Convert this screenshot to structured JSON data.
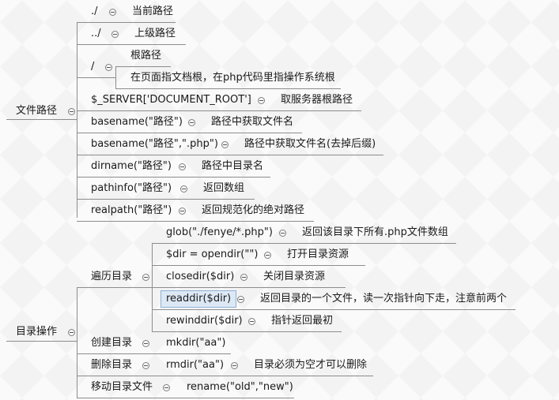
{
  "tree": {
    "wenjian": {
      "label": "文件路径",
      "children": [
        {
          "key": "./",
          "desc": "当前路径"
        },
        {
          "key": "../",
          "desc": "上级路径"
        },
        {
          "key": "/",
          "desc": "根路径",
          "sub": "在页面指文档根，在php代码里指操作系统根"
        },
        {
          "key": "$_SERVER['DOCUMENT_ROOT']",
          "desc": "取服务器根路径"
        },
        {
          "key": "basename(\"路径\")",
          "desc": "路径中获取文件名"
        },
        {
          "key": "basename(\"路径\",\".php\")",
          "desc": "路径中获取文件名(去掉后缀)"
        },
        {
          "key": "dirname(\"路径\")",
          "desc": "路径中目录名"
        },
        {
          "key": "pathinfo(\"路径\")",
          "desc": "返回数组"
        },
        {
          "key": "realpath(\"路径\")",
          "desc": "返回规范化的绝对路径"
        }
      ]
    },
    "mulu": {
      "label": "目录操作",
      "bianli": {
        "label": "遍历目录",
        "children": [
          {
            "key": "glob(\"./fenye/*.php\")",
            "desc": "返回该目录下所有.php文件数组"
          },
          {
            "key": "$dir = opendir(\"\")",
            "desc": "打开目录资源"
          },
          {
            "key": "closedir($dir)",
            "desc": "关闭目录资源"
          },
          {
            "key": "readdir($dir)",
            "desc": "返回目录的一个文件，读一次指针向下走，注意前两个"
          },
          {
            "key": "rewinddir($dir)",
            "desc": "指针返回最初"
          }
        ]
      },
      "chuangjian": {
        "label": "创建目录",
        "key": "mkdir(\"aa\")"
      },
      "shanchu": {
        "label": "删除目录",
        "key": "rmdir(\"aa\")",
        "desc": "目录必须为空才可以删除"
      },
      "yidong": {
        "label": "移动目录文件",
        "key": "rename(\"old\",\"new\")"
      }
    }
  },
  "colors": {
    "line": "#8c8c8c",
    "selected_bg": "#dde8f5",
    "selected_border": "#8fb1d6"
  }
}
